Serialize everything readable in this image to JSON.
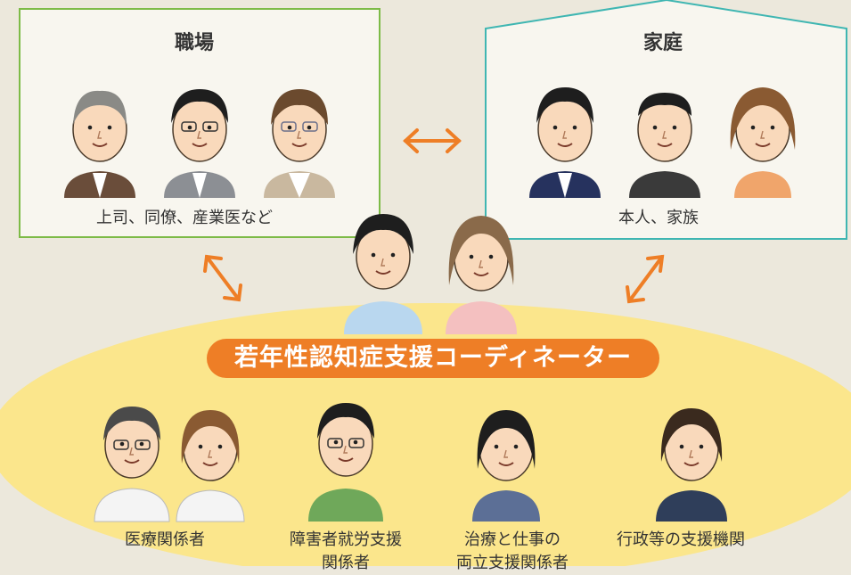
{
  "workplace": {
    "title": "職場",
    "caption": "上司、同僚、産業医など"
  },
  "home": {
    "title": "家庭",
    "caption": "本人、家族"
  },
  "coordinator": {
    "title": "若年性認知症支援コーディネーター"
  },
  "roles": [
    {
      "label": "医療関係者"
    },
    {
      "label_line1": "障害者就労支援",
      "label_line2": "関係者"
    },
    {
      "label_line1": "治療と仕事の",
      "label_line2": "両立支援関係者"
    },
    {
      "label": "行政等の支援機関"
    }
  ],
  "colors": {
    "workplace_border": "#7dbb47",
    "home_border": "#3fb6b2",
    "arrow": "#ee7e26",
    "ellipse": "#fbe68c",
    "banner": "#ee7e26"
  }
}
